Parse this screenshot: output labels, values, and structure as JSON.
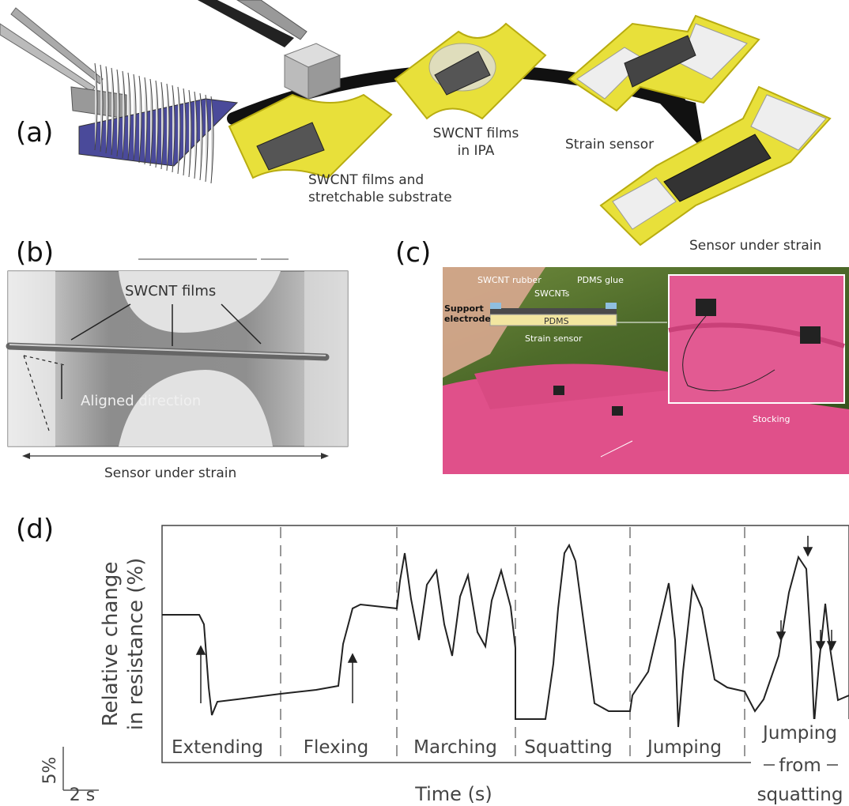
{
  "panel_labels": {
    "a": "(a)",
    "b": "(b)",
    "c": "(c)",
    "d": "(d)"
  },
  "panel_a": {
    "step1_line1": "SWCNT films and",
    "step1_line2": "stretchable substrate",
    "step2_line1": "SWCNT films",
    "step2_line2": "in IPA",
    "step3": "Strain sensor",
    "step4": "Sensor under strain"
  },
  "panel_b": {
    "films_label": "SWCNT films",
    "aligned_label": "Aligned direction",
    "strain_label": "Sensor under strain"
  },
  "panel_c": {
    "swcnt_rubber": "SWCNT rubber",
    "pdms_glue": "PDMS glue",
    "swcnts": "SWCNTs",
    "support_line1": "Support",
    "support_line2": "electrode",
    "pdms": "PDMS",
    "strain_sensor": "Strain sensor",
    "stocking": "Stocking"
  },
  "panel_d": {
    "ylabel_line1": "Relative change",
    "ylabel_line2": "in resistance (%)",
    "xlabel": "Time (s)",
    "scale_y": "5%",
    "scale_x": "2 s",
    "segments": [
      "Extending",
      "Flexing",
      "Marching",
      "Squatting",
      "Jumping"
    ],
    "last_segment_line1": "Jumping",
    "last_segment_line2": "from",
    "last_segment_line3": "squatting"
  },
  "colors": {
    "substrate": "#e8e03a",
    "substrate_edge": "#b8ac10",
    "base": "#4a4a9a",
    "stocking": "#e0508a"
  }
}
